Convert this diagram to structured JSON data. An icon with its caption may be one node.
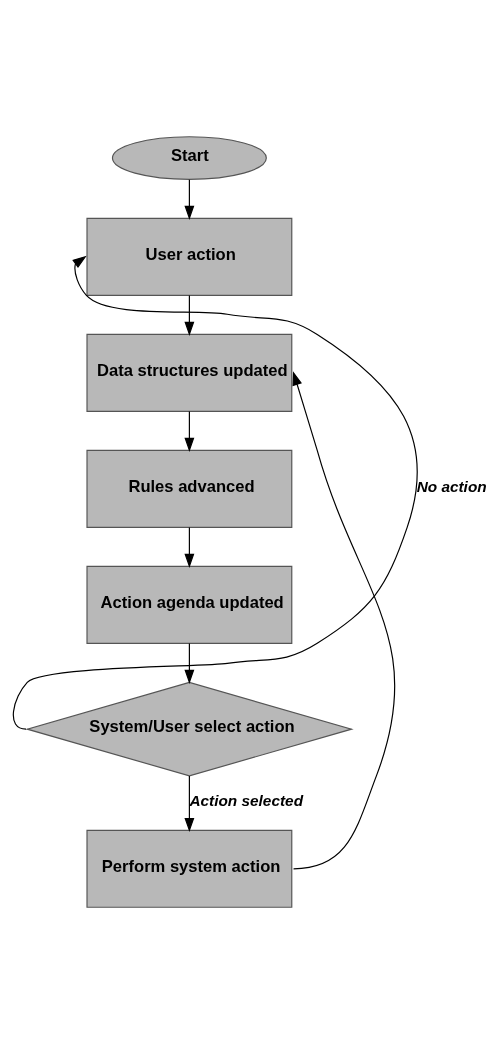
{
  "diagram": {
    "nodes": [
      {
        "text": [
          "Start"
        ]
      },
      {
        "text": [
          "User action"
        ]
      },
      {
        "text": [
          "Data structures updated"
        ]
      },
      {
        "text": [
          "Rules advanced"
        ]
      },
      {
        "text": [
          "Action agenda updated"
        ]
      },
      {
        "text": [
          "System/User select action"
        ]
      },
      {
        "text": [
          "Perform system action"
        ]
      }
    ],
    "edges": [
      {
        "from": 0,
        "to": 1,
        "arrow": "to"
      },
      {
        "from": 1,
        "to": 2,
        "arrow": "to"
      },
      {
        "from": 2,
        "to": 3,
        "arrow": "to"
      },
      {
        "from": 3,
        "to": 4,
        "arrow": "to"
      },
      {
        "from": 4,
        "to": 5,
        "arrow": "to"
      },
      {
        "from": 5,
        "to": 1,
        "arrow": "to",
        "label": "No action"
      },
      {
        "from": 5,
        "to": 6,
        "arrow": "to",
        "label": "Action selected"
      },
      {
        "from": 6,
        "to": 2,
        "arrow": "to"
      }
    ]
  }
}
